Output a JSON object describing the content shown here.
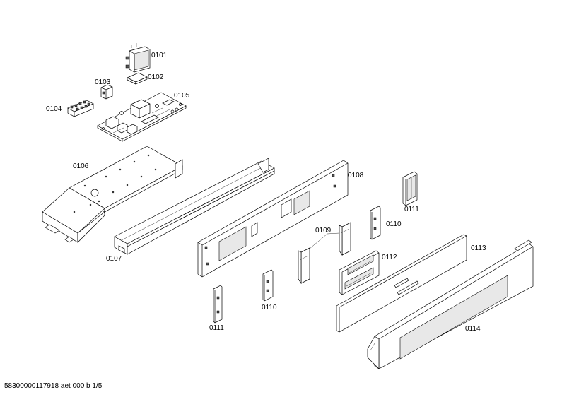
{
  "parts": [
    {
      "id": "p0101",
      "label": "0101"
    },
    {
      "id": "p0102",
      "label": "0102"
    },
    {
      "id": "p0103",
      "label": "0103"
    },
    {
      "id": "p0104",
      "label": "0104"
    },
    {
      "id": "p0105",
      "label": "0105"
    },
    {
      "id": "p0106",
      "label": "0106"
    },
    {
      "id": "p0107",
      "label": "0107"
    },
    {
      "id": "p0108",
      "label": "0108"
    },
    {
      "id": "p0109",
      "label": "0109"
    },
    {
      "id": "p0110a",
      "label": "0110"
    },
    {
      "id": "p0110b",
      "label": "0110"
    },
    {
      "id": "p0111a",
      "label": "0111"
    },
    {
      "id": "p0111b",
      "label": "0111"
    },
    {
      "id": "p0112",
      "label": "0112"
    },
    {
      "id": "p0113",
      "label": "0113"
    },
    {
      "id": "p0114",
      "label": "0114"
    }
  ],
  "footer": {
    "text": "58300000117918 aet 000 b 1/5"
  }
}
